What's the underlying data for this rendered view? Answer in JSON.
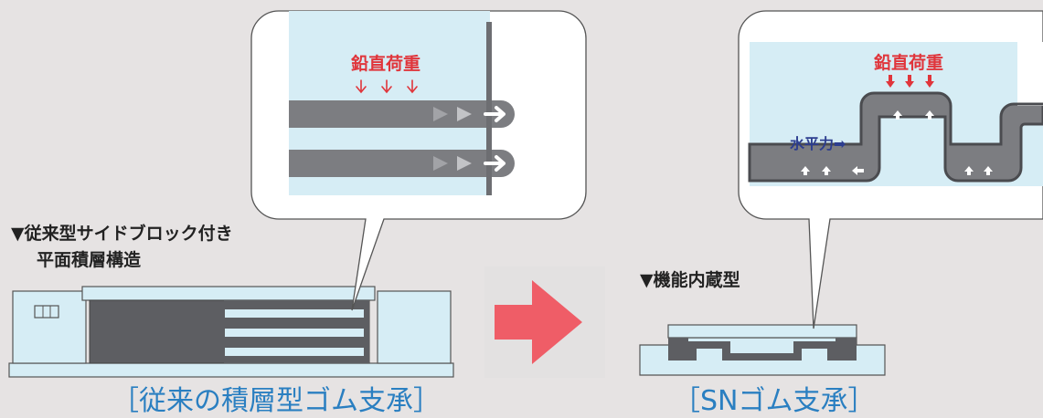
{
  "left": {
    "heading_line1": "▼従来型サイドブロック付き",
    "heading_line2": "平面積層構造",
    "caption": "［従来の積層型ゴム支承］",
    "callout_load_label": "鉛直荷重"
  },
  "right": {
    "heading": "▼機能内蔵型",
    "caption": "［SNゴム支承］",
    "callout_load_label": "鉛直荷重",
    "callout_horizontal_label": "水平力➡"
  },
  "colors": {
    "background": "#e6e3e3",
    "light_blue": "#d6edf5",
    "dark_gray": "#5d5e62",
    "rubber_gray": "#7c7d81",
    "load_red": "#e0353b",
    "caption_blue": "#2a7fc1",
    "force_blue": "#2c3d8f",
    "transition_arrow": "#ef5d67"
  }
}
